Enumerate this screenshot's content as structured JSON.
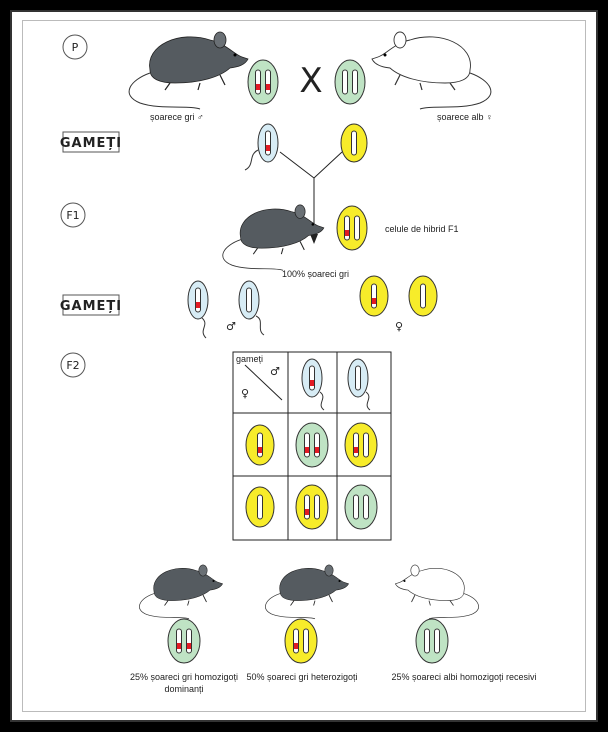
{
  "labels": {
    "p": "P",
    "f1": "F1",
    "f2": "F2",
    "gametes1": "GAMEȚI",
    "gametes2": "GAMEȚI",
    "male_gray": "șoarece gri ♂",
    "female_white": "șoarece alb ♀",
    "hybrid_cells": "celule de hibrid F1",
    "f1_result": "100% șoareci gri",
    "table_header": "gameți",
    "res_homo_dom_1": "25% șoareci gri homozigoți",
    "res_homo_dom_2": "dominanți",
    "res_hetero": "50% șoareci gri heterozigoți",
    "res_homo_rec": "25% șoareci albi homozigoți recesivi"
  },
  "symbols": {
    "male": "♂",
    "female": "♀",
    "cross": "X"
  },
  "colors": {
    "green_cell": "#bfe3c4",
    "yellow_cell": "#f7ec2a",
    "blue_sperm": "#d7ecf5",
    "red_allele": "#e21b24",
    "gray_mouse": "#555b60"
  }
}
